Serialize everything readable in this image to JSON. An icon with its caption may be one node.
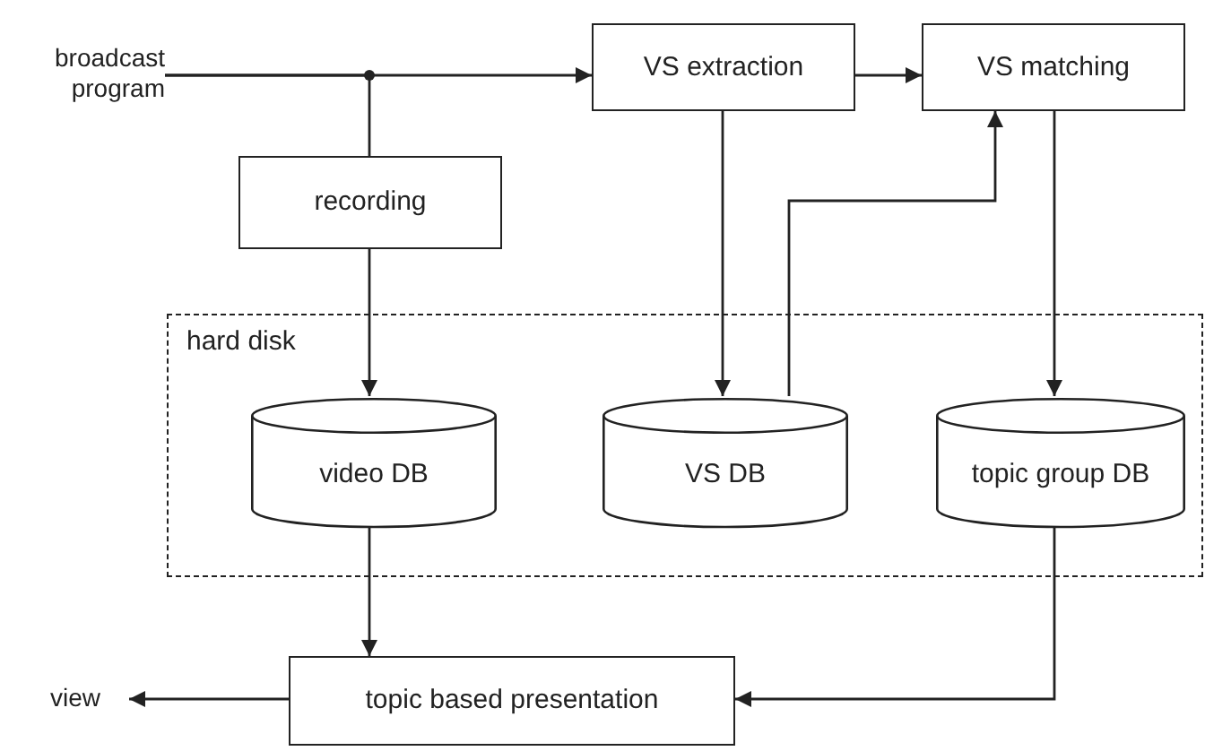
{
  "diagram": {
    "nodes": [
      {
        "text": [
          "broadcast program"
        ]
      },
      {
        "text": [
          "VS extraction"
        ]
      },
      {
        "text": [
          "VS matching"
        ]
      },
      {
        "text": [
          "recording"
        ]
      },
      {
        "text": [
          "hard disk"
        ]
      },
      {
        "text": [
          "video DB"
        ],
        "in": 4
      },
      {
        "text": [
          "VS DB"
        ],
        "in": 4
      },
      {
        "text": [
          "topic group DB"
        ],
        "in": 4
      },
      {
        "text": [
          "topic based presentation"
        ]
      },
      {
        "text": [
          "view"
        ]
      }
    ],
    "edges": [
      {
        "from": 0,
        "to": 1,
        "arrow": "to"
      },
      {
        "from": 0,
        "to": 3,
        "arrow": "none"
      },
      {
        "from": 1,
        "to": 2,
        "arrow": "to"
      },
      {
        "from": 3,
        "to": 5,
        "arrow": "to"
      },
      {
        "from": 1,
        "to": 6,
        "arrow": "to"
      },
      {
        "from": 6,
        "to": 2,
        "arrow": "to"
      },
      {
        "from": 2,
        "to": 7,
        "arrow": "to"
      },
      {
        "from": 5,
        "to": 8,
        "arrow": "to"
      },
      {
        "from": 7,
        "to": 8,
        "arrow": "to"
      },
      {
        "from": 8,
        "to": 9,
        "arrow": "to"
      }
    ]
  }
}
